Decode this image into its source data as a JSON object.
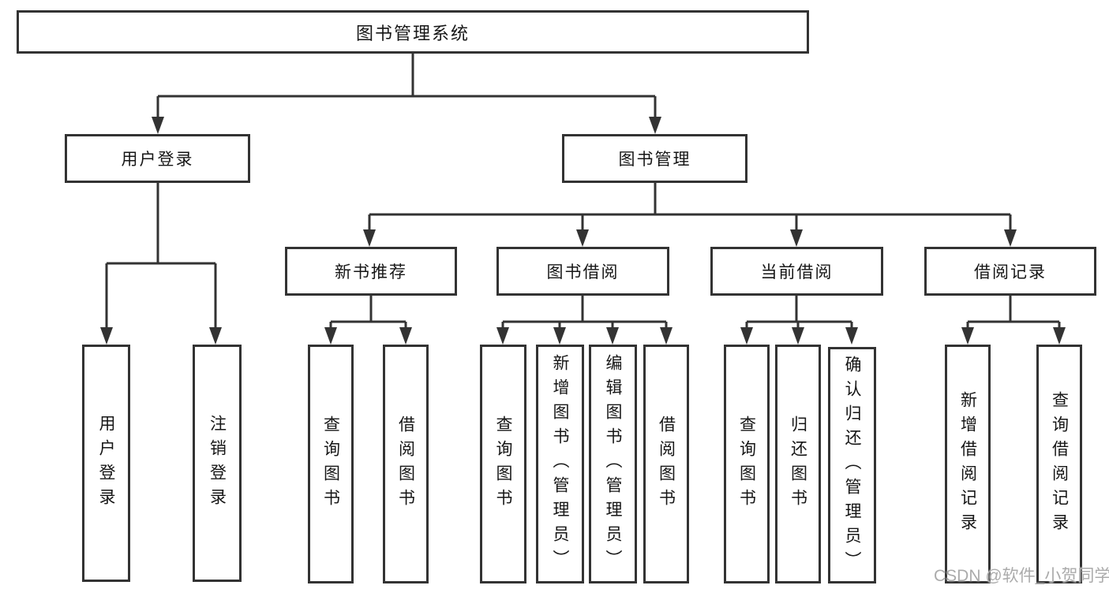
{
  "tree": {
    "label": "图书管理系统",
    "children": [
      {
        "label": "用户登录",
        "children": [
          {
            "label": "用户登录"
          },
          {
            "label": "注销登录"
          }
        ]
      },
      {
        "label": "图书管理",
        "children": [
          {
            "label": "新书推荐",
            "children": [
              {
                "label": "查询图书"
              },
              {
                "label": "借阅图书"
              }
            ]
          },
          {
            "label": "图书借阅",
            "children": [
              {
                "label": "查询图书"
              },
              {
                "label": "新增图书（管理员）"
              },
              {
                "label": "编辑图书（管理员）"
              },
              {
                "label": "借阅图书"
              }
            ]
          },
          {
            "label": "当前借阅",
            "children": [
              {
                "label": "查询图书"
              },
              {
                "label": "归还图书"
              },
              {
                "label": "确认归还（管理员）"
              }
            ]
          },
          {
            "label": "借阅记录",
            "children": [
              {
                "label": "新增借阅记录"
              },
              {
                "label": "查询借阅记录"
              }
            ]
          }
        ]
      }
    ]
  },
  "watermark": "CSDN @软件_小贺同学",
  "colors": {
    "line": "#333333",
    "text": "#161616",
    "watermark": "#ababab",
    "background": "#ffffff"
  }
}
